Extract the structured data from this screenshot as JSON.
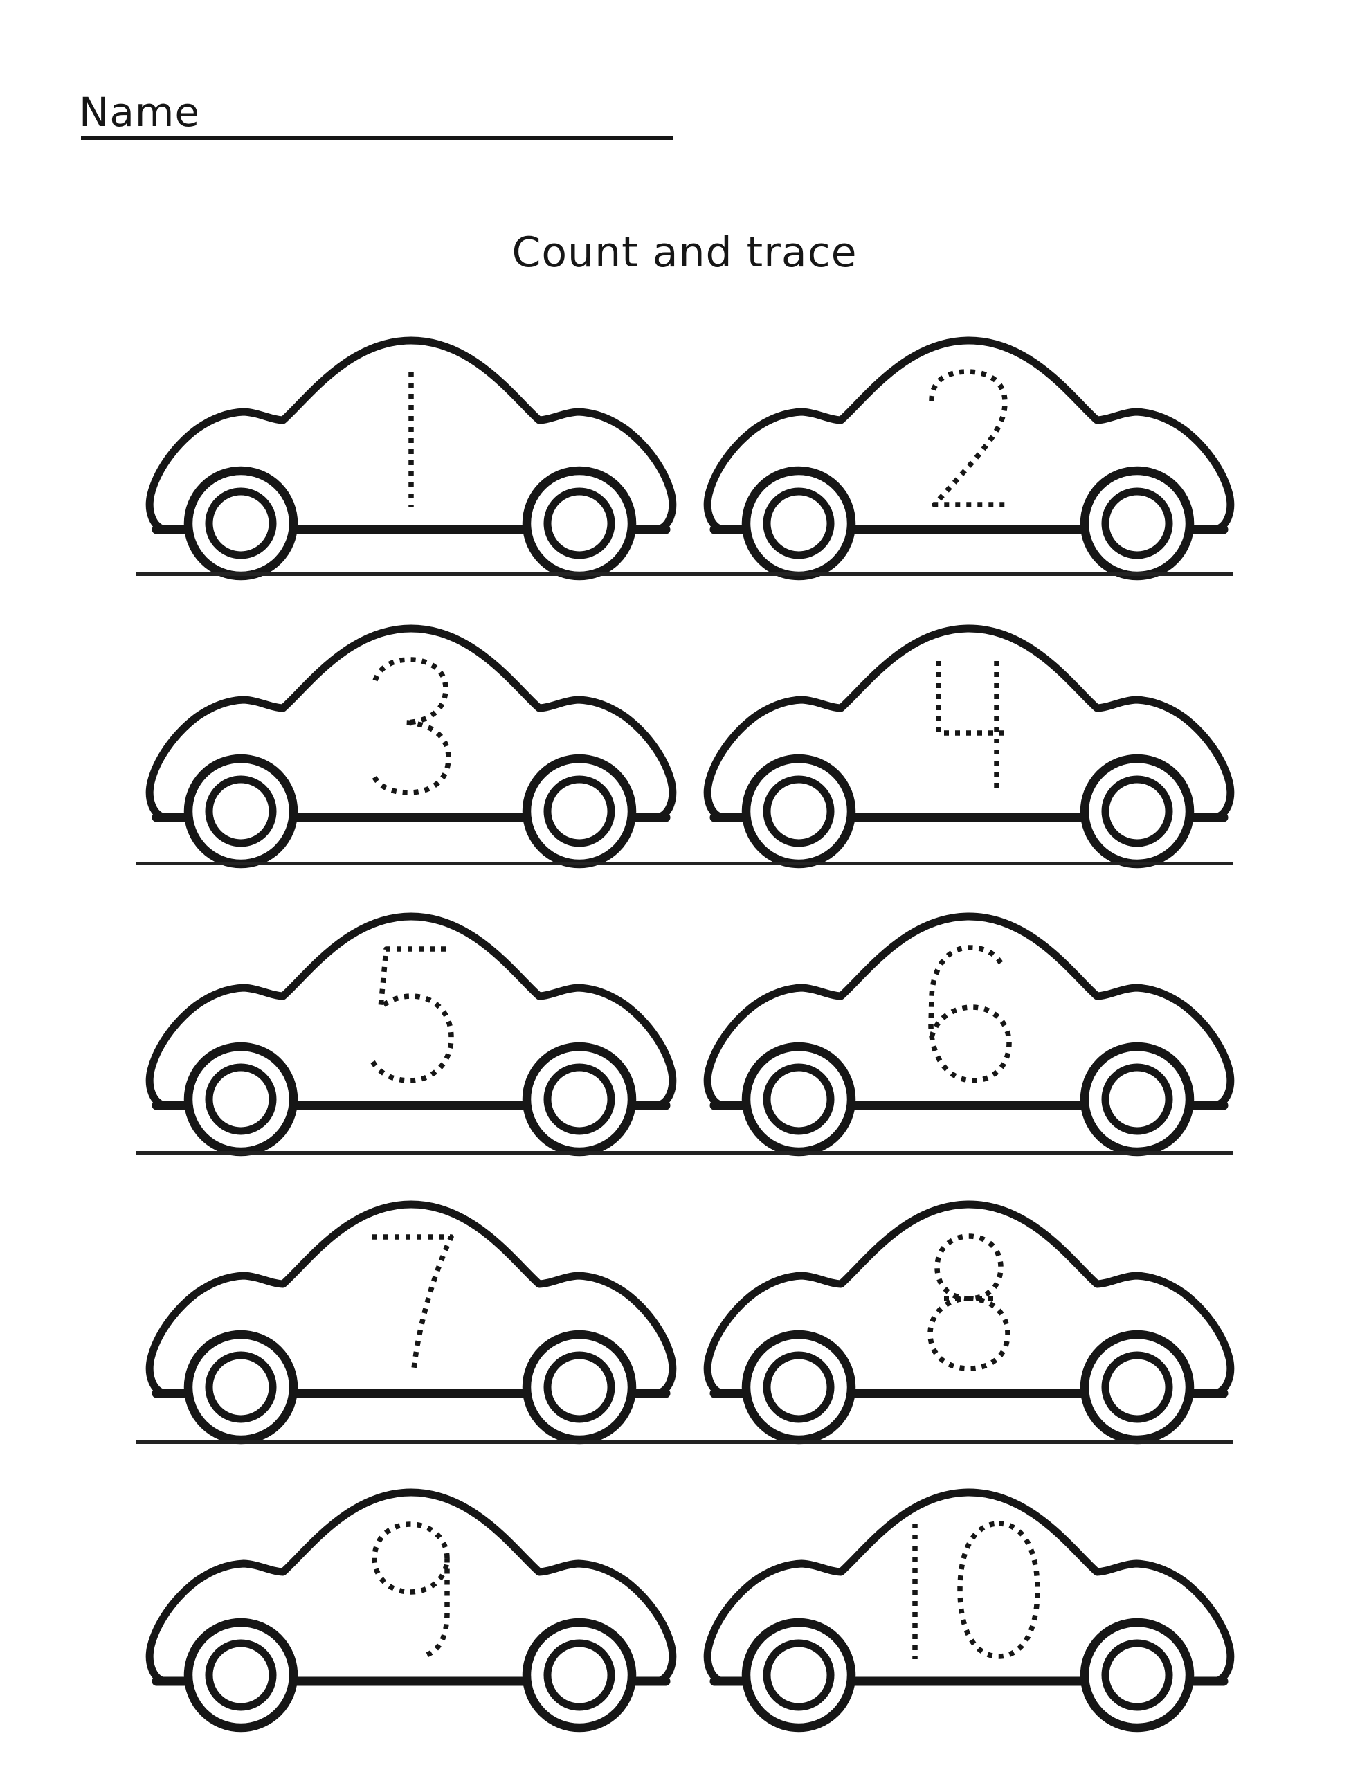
{
  "page": {
    "background": "#ffffff",
    "ink": "#161616"
  },
  "header": {
    "name_label": "Name",
    "title": "Count and trace"
  },
  "worksheet": {
    "rows": [
      {
        "cars": [
          {
            "number": "1"
          },
          {
            "number": "2"
          }
        ]
      },
      {
        "cars": [
          {
            "number": "3"
          },
          {
            "number": "4"
          }
        ]
      },
      {
        "cars": [
          {
            "number": "5"
          },
          {
            "number": "6"
          }
        ]
      },
      {
        "cars": [
          {
            "number": "7"
          },
          {
            "number": "8"
          }
        ]
      },
      {
        "cars": [
          {
            "number": "9"
          },
          {
            "number": "10"
          }
        ]
      }
    ]
  }
}
